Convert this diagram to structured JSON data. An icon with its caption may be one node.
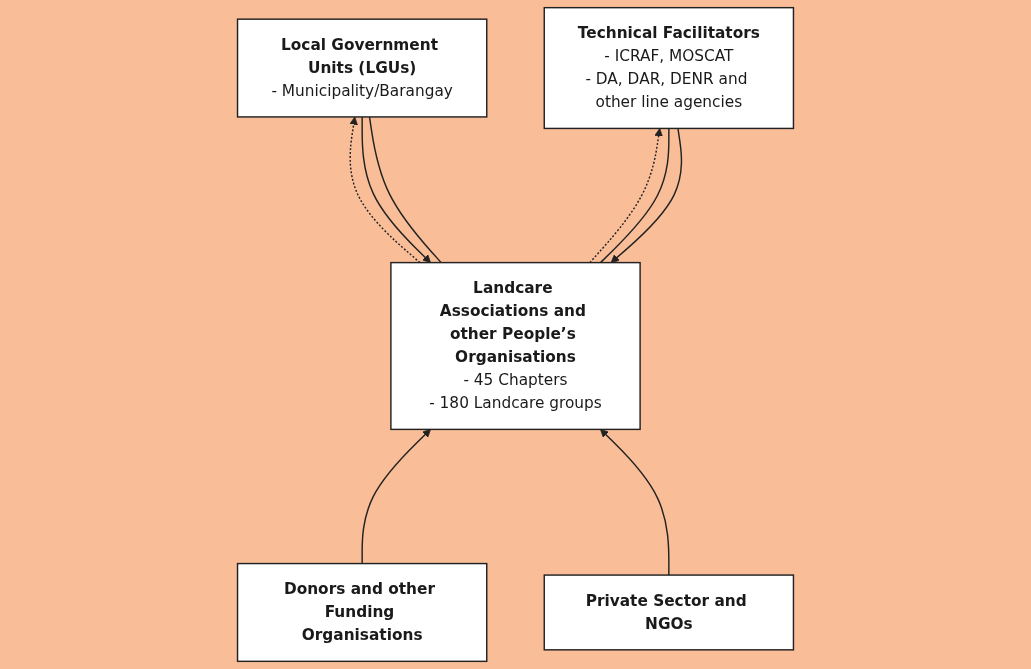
{
  "diagram": {
    "nodes": [
      {
        "text": [
          "Landcare Associations and other People’s Organisations",
          "- 45 Chapters",
          "- 180 Landcare groups"
        ]
      },
      {
        "text": [
          "Donors and other Funding Organisations"
        ]
      },
      {
        "text": [
          "Private Sector and NGOs"
        ]
      },
      {
        "text": [
          "Local Government Units (LGUs)",
          "- Municipality/Barangay"
        ]
      },
      {
        "text": [
          "Technical Facilitators",
          "- ICRAF, MOSCAT",
          "- DA, DAR, DENR and other line agencies"
        ]
      }
    ],
    "edges": [
      {
        "from": 3,
        "to": 0,
        "arrow": "to"
      },
      {
        "from": 3,
        "to": 0,
        "arrow": "none"
      },
      {
        "from": 0,
        "to": 3,
        "arrow": "to",
        "style": "dashed"
      },
      {
        "from": 1,
        "to": 0,
        "arrow": "to"
      },
      {
        "from": 4,
        "to": 0,
        "arrow": "none"
      },
      {
        "from": 4,
        "to": 0,
        "arrow": "to"
      },
      {
        "from": 0,
        "to": 4,
        "arrow": "to",
        "style": "dashed"
      },
      {
        "from": 2,
        "to": 0,
        "arrow": "to"
      }
    ]
  }
}
